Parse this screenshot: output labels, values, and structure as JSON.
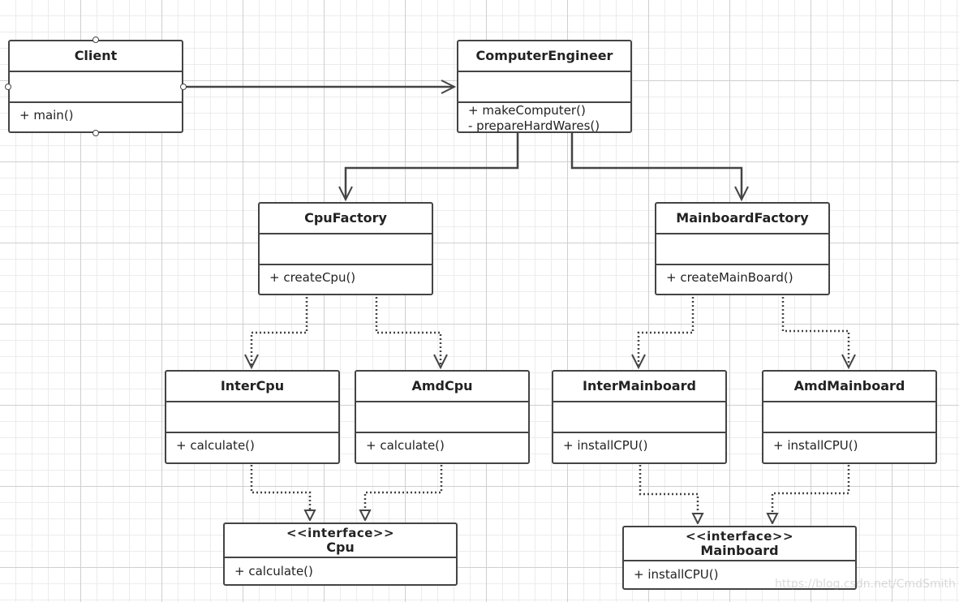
{
  "classes": {
    "client": {
      "name": "Client",
      "ops": [
        "+ main()"
      ]
    },
    "computer_engineer": {
      "name": "ComputerEngineer",
      "ops": [
        "+ makeComputer()",
        "- prepareHardWares()"
      ]
    },
    "cpu_factory": {
      "name": "CpuFactory",
      "ops": [
        "+ createCpu()"
      ]
    },
    "mainboard_factory": {
      "name": "MainboardFactory",
      "ops": [
        "+ createMainBoard()"
      ]
    },
    "inter_cpu": {
      "name": "InterCpu",
      "ops": [
        "+ calculate()"
      ]
    },
    "amd_cpu": {
      "name": "AmdCpu",
      "ops": [
        "+ calculate()"
      ]
    },
    "inter_mainboard": {
      "name": "InterMainboard",
      "ops": [
        "+ installCPU()"
      ]
    },
    "amd_mainboard": {
      "name": "AmdMainboard",
      "ops": [
        "+ installCPU()"
      ]
    },
    "cpu_interface": {
      "stereotype": "<<interface>>",
      "name": "Cpu",
      "ops": [
        "+ calculate()"
      ]
    },
    "mainboard_interface": {
      "stereotype": "<<interface>>",
      "name": "Mainboard",
      "ops": [
        "+ installCPU()"
      ]
    }
  },
  "relations": [
    {
      "from": "Client",
      "to": "ComputerEngineer",
      "kind": "association"
    },
    {
      "from": "ComputerEngineer",
      "to": "CpuFactory",
      "kind": "association"
    },
    {
      "from": "ComputerEngineer",
      "to": "MainboardFactory",
      "kind": "association"
    },
    {
      "from": "CpuFactory",
      "to": "InterCpu",
      "kind": "dependency"
    },
    {
      "from": "CpuFactory",
      "to": "AmdCpu",
      "kind": "dependency"
    },
    {
      "from": "MainboardFactory",
      "to": "InterMainboard",
      "kind": "dependency"
    },
    {
      "from": "MainboardFactory",
      "to": "AmdMainboard",
      "kind": "dependency"
    },
    {
      "from": "InterCpu",
      "to": "Cpu",
      "kind": "realization"
    },
    {
      "from": "AmdCpu",
      "to": "Cpu",
      "kind": "realization"
    },
    {
      "from": "InterMainboard",
      "to": "Mainboard",
      "kind": "realization"
    },
    {
      "from": "AmdMainboard",
      "to": "Mainboard",
      "kind": "realization"
    }
  ],
  "watermark": "https://blog.csdn.net/CmdSmith",
  "colors": {
    "line": "#444444",
    "box_fill": "#ffffff",
    "grid": "#cfcfcf"
  }
}
